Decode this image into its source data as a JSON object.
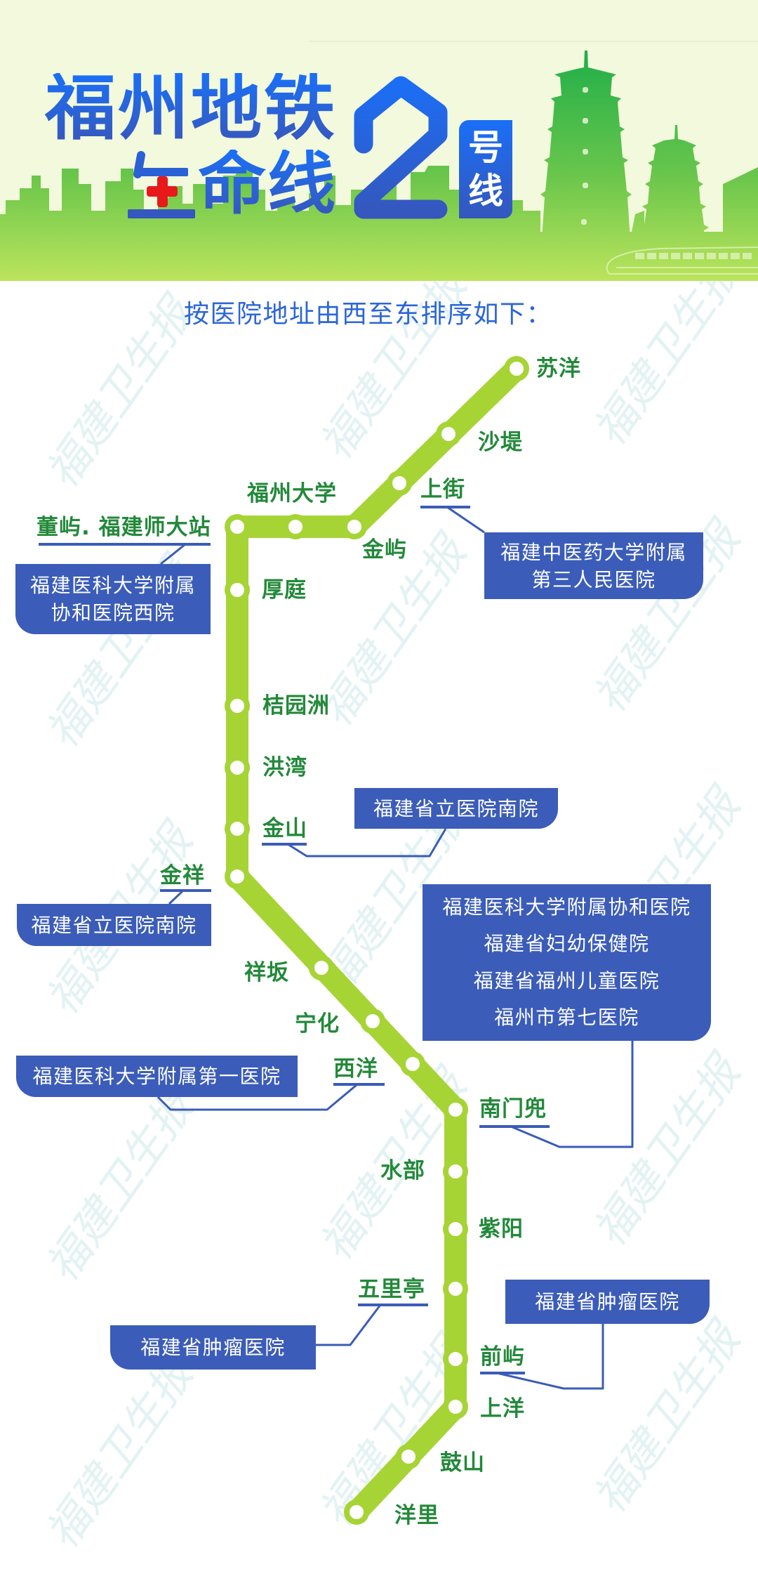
{
  "header": {
    "title_line1": "福州地铁",
    "title_line2_glyph": "生",
    "title_line2_rest": "命线",
    "line_number": "2",
    "line_suffix_1": "号",
    "line_suffix_2": "线"
  },
  "subtitle": "按医院地址由西至东排序如下：",
  "watermark": "福建卫生报",
  "theme": {
    "line_color": "#a6d435",
    "station_text_color": "#23893a",
    "hospital_box_color": "#3b5cb9",
    "title_blue": "#1a6ff7",
    "cross_red": "#e8191b",
    "header_bg": "#f2f9dc"
  },
  "stations": [
    {
      "name": "苏洋",
      "has_hospital": false
    },
    {
      "name": "沙堤",
      "has_hospital": false
    },
    {
      "name": "上街",
      "has_hospital": true
    },
    {
      "name": "金屿",
      "has_hospital": false
    },
    {
      "name": "福州大学",
      "has_hospital": false
    },
    {
      "name": "董屿. 福建师大站",
      "has_hospital": true
    },
    {
      "name": "厚庭",
      "has_hospital": false
    },
    {
      "name": "桔园洲",
      "has_hospital": false
    },
    {
      "name": "洪湾",
      "has_hospital": false
    },
    {
      "name": "金山",
      "has_hospital": true
    },
    {
      "name": "金祥",
      "has_hospital": true
    },
    {
      "name": "祥坂",
      "has_hospital": false
    },
    {
      "name": "宁化",
      "has_hospital": false
    },
    {
      "name": "西洋",
      "has_hospital": true
    },
    {
      "name": "南门兜",
      "has_hospital": true
    },
    {
      "name": "水部",
      "has_hospital": false
    },
    {
      "name": "紫阳",
      "has_hospital": false
    },
    {
      "name": "五里亭",
      "has_hospital": true
    },
    {
      "name": "前屿",
      "has_hospital": true
    },
    {
      "name": "上洋",
      "has_hospital": false
    },
    {
      "name": "鼓山",
      "has_hospital": false
    },
    {
      "name": "洋里",
      "has_hospital": false
    }
  ],
  "hospitals": [
    {
      "station": "上街",
      "lines": [
        "福建中医药大学附属",
        "第三人民医院"
      ]
    },
    {
      "station": "董屿. 福建师大站",
      "lines": [
        "福建医科大学附属",
        "协和医院西院"
      ]
    },
    {
      "station": "金山",
      "lines": [
        "福建省立医院南院"
      ]
    },
    {
      "station": "金祥",
      "lines": [
        "福建省立医院南院"
      ]
    },
    {
      "station": "南门兜",
      "lines": [
        "福建医科大学附属协和医院",
        "福建省妇幼保健院",
        "福建省福州儿童医院",
        "福州市第七医院"
      ]
    },
    {
      "station": "西洋",
      "lines": [
        "福建医科大学附属第一医院"
      ]
    },
    {
      "station": "五里亭",
      "lines": [
        "福建省肿瘤医院"
      ]
    },
    {
      "station": "前屿",
      "lines": [
        "福建省肿瘤医院"
      ]
    }
  ]
}
